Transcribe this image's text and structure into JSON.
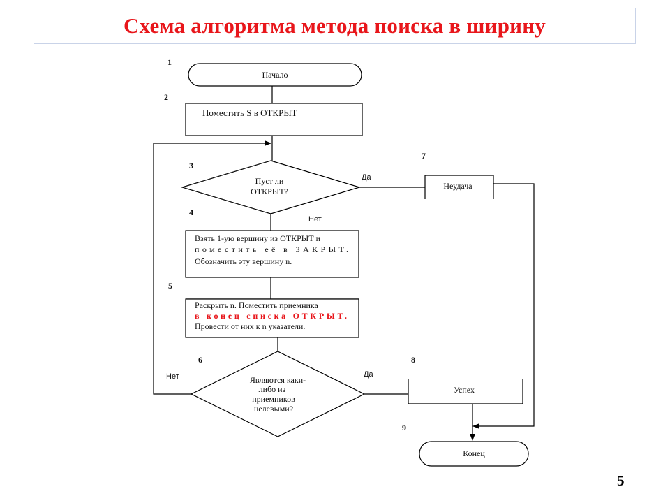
{
  "title": "Схема алгоритма метода поиска в ширину",
  "page_number": "5",
  "steps": {
    "n1": "1",
    "n2": "2",
    "n3": "3",
    "n4": "4",
    "n5": "5",
    "n6": "6",
    "n7": "7",
    "n8": "8",
    "n9": "9"
  },
  "nodes": {
    "start": "Начало",
    "put_s": "Поместить S в ОТКРЫТ",
    "empty_q_line1": "Пуст ли",
    "empty_q_line2": "ОТКРЫТ?",
    "take_line1": "Взять 1-ую вершину из ОТКРЫТ и",
    "take_line2": "поместить её в ЗАКРЫТ.",
    "take_line3": "Обозначить эту вершину n.",
    "expand_line1": "Раскрыть n. Поместить приемника",
    "expand_line2": "в конец списка ОТКРЫТ.",
    "expand_line3": "Провести от них к n указатели.",
    "goal_q_line1": "Являются каки-",
    "goal_q_line2": "либо из",
    "goal_q_line3": "приемников",
    "goal_q_line4": "целевыми?",
    "failure": "Неудача",
    "success": "Успех",
    "end": "Конец"
  },
  "edge_labels": {
    "yes1": "Да",
    "no1": "Нет",
    "no2": "Нет",
    "yes2": "Да"
  },
  "colors": {
    "title": "#e8161b",
    "highlight": "#e8161b",
    "line": "#000000"
  }
}
